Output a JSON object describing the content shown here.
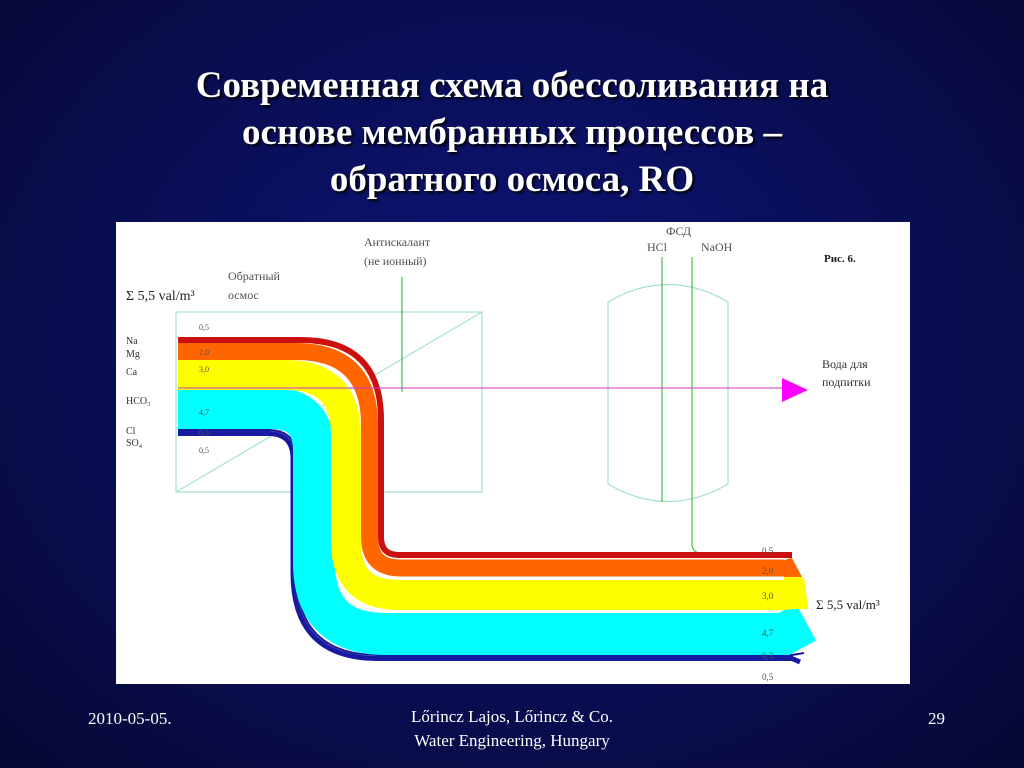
{
  "slide": {
    "title_lines": [
      "Современная схема обессоливания на",
      "основе мембранных процессов –",
      "обратного осмоса, RO"
    ]
  },
  "figure": {
    "fig_label": "Рис. 6.",
    "sum_left": "Σ 5,5 val/m³",
    "sum_right": "Σ 5,5  val/m³",
    "ro_label": [
      "Обратный",
      "осмос"
    ],
    "antiscalant_label": [
      "Антискалант",
      "(не ионный)"
    ],
    "fsd_label": "ФСД",
    "hcl_label": "HCl",
    "naoh_label": "NaOH",
    "output_label": [
      "Вода для",
      "подпитки"
    ],
    "ions": [
      "Na",
      "Mg",
      "Ca",
      "HCO₃",
      "Cl",
      "SO₄"
    ],
    "band_values_left": [
      "0,5",
      "2,0",
      "3,0",
      "4,7",
      "0,3",
      "0,5"
    ],
    "band_values_right": [
      "0,5",
      "2,0",
      "3,0",
      "4,7",
      "0,3",
      "0,5"
    ],
    "band_colors": {
      "darkred": "#cc1010",
      "orange": "#ff6600",
      "yellow": "#ffff00",
      "cyan": "#00ffff",
      "blue": "#1a1aa0",
      "arrow": "#ff00ff",
      "outline": "#a8e0d0",
      "stream": "#40c040"
    }
  },
  "footer": {
    "date": "2010-05-05.",
    "credit_lines": [
      "Lőrincz Lajos, Lőrincz & Co.",
      "Water Engineering, Hungary"
    ],
    "page": "29"
  }
}
